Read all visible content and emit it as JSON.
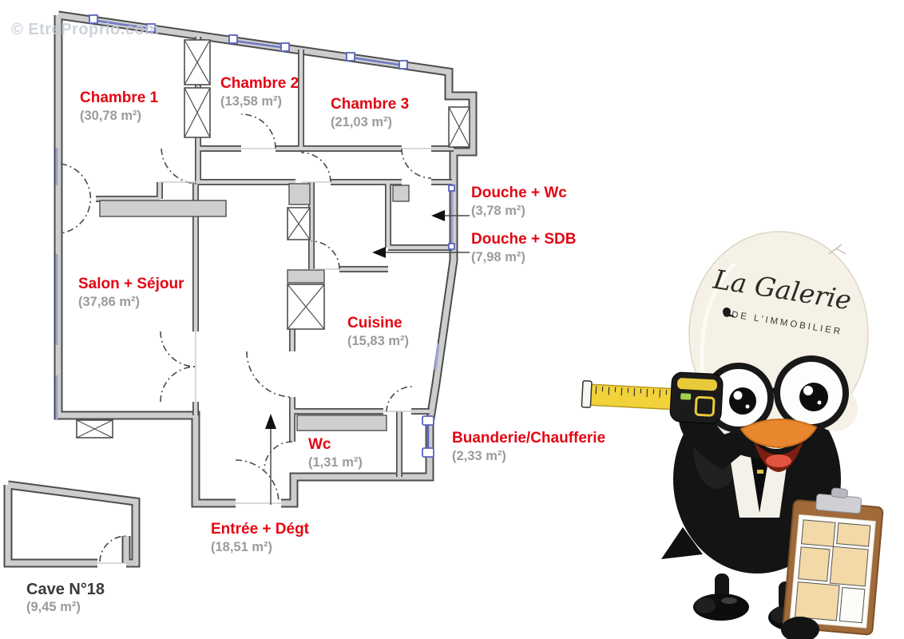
{
  "watermark": "© EtreProprio.com",
  "rooms": [
    {
      "id": "chambre1",
      "name": "Chambre 1",
      "area": "(30,78 m²)"
    },
    {
      "id": "chambre2",
      "name": "Chambre 2",
      "area": "(13,58 m²)"
    },
    {
      "id": "chambre3",
      "name": "Chambre 3",
      "area": "(21,03 m²)"
    },
    {
      "id": "douche_wc",
      "name": "Douche + Wc",
      "area": "(3,78 m²)"
    },
    {
      "id": "douche_sdb",
      "name": "Douche + SDB",
      "area": "(7,98 m²)"
    },
    {
      "id": "salon",
      "name": "Salon + Séjour",
      "area": "(37,86 m²)"
    },
    {
      "id": "cuisine",
      "name": "Cuisine",
      "area": "(15,83 m²)"
    },
    {
      "id": "wc",
      "name": "Wc",
      "area": "(1,31 m²)"
    },
    {
      "id": "buanderie",
      "name": "Buanderie/Chaufferie",
      "area": "(2,33 m²)"
    },
    {
      "id": "entree",
      "name": "Entrée + Dégt",
      "area": "(18,51 m²)"
    },
    {
      "id": "cave",
      "name": "Cave N°18",
      "area": "(9,45 m²)"
    }
  ],
  "mascot": {
    "brand_script": "La Galerie",
    "brand_sub": "DE L'IMMOBILIER"
  },
  "colors": {
    "label_red": "#e30613",
    "area_gray": "#9b9b9b",
    "cave_label": "#3a3a3a",
    "wall_fill": "#cdcdcd",
    "wall_edge": "#4d4d4d",
    "window_blue": "#6f79c6",
    "tape_yellow": "#f2d23b"
  }
}
